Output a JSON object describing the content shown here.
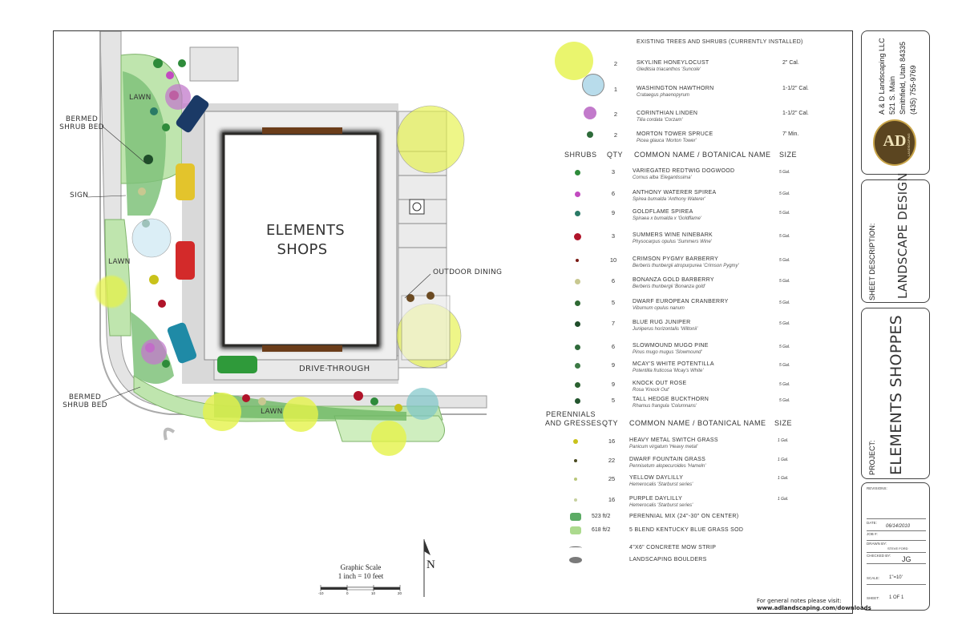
{
  "site_plan": {
    "building_label": [
      "ELEMENTS",
      "SHOPS"
    ],
    "labels": {
      "lawn": "LAWN",
      "bermed_shrub_bed": "BERMED SHRUB BED",
      "sign": "SIGN",
      "outdoor_dining": "OUTDOOR DINING",
      "drive_through": "DRIVE-THROUGH"
    },
    "graphic_scale": {
      "title": "Graphic Scale",
      "ratio": "1 inch = 10 feet",
      "ticks": [
        "-10",
        "0",
        "10",
        "20"
      ]
    },
    "north": "N",
    "colors": {
      "lawn": "#b9e3a9",
      "pavement": "#dcdcdc",
      "building": "#2b2a28",
      "tree_yellow": "#e5f24a",
      "curb": "#bdbdbd"
    }
  },
  "legend": {
    "existing_header": "EXISTING TREES AND SHRUBS (CURRENTLY INSTALLED)",
    "trees": [
      {
        "qty": "2",
        "name": "SKYLINE HONEYLOCUST",
        "botanical": "Gleditsia triacanthos 'Suncole'",
        "size": "2\" Cal."
      },
      {
        "qty": "1",
        "name": "WASHINGTON HAWTHORN",
        "botanical": "Crataegus phaenopyrum",
        "size": "1-1/2\" Cal."
      },
      {
        "qty": "2",
        "name": "CORINTHIAN LINDEN",
        "botanical": "Tilia cordata 'Corzam'",
        "size": "1-1/2\" Cal."
      },
      {
        "qty": "2",
        "name": "MORTON TOWER SPRUCE",
        "botanical": "Picea glauca 'Morton Tower'",
        "size": "7' Min."
      }
    ],
    "shrubs_header": {
      "group": "SHRUBS",
      "qty": "QTY",
      "name": "COMMON NAME / BOTANICAL NAME",
      "size": "SIZE"
    },
    "shrubs": [
      {
        "qty": "3",
        "name": "VARIEGATED REDTWIG DOGWOOD",
        "botanical": "Cornus alba 'Elegantissima'",
        "size": "5 Gal.",
        "color": "#2e8b3a"
      },
      {
        "qty": "6",
        "name": "ANTHONY WATERER SPIREA",
        "botanical": "Spirea bumalda 'Anthony Waterer'",
        "size": "5 Gal.",
        "color": "#c24ac0"
      },
      {
        "qty": "9",
        "name": "GOLDFLAME SPIREA",
        "botanical": "Spiraea x bumalda x 'Goldflame'",
        "size": "5 Gal.",
        "color": "#2a7a66"
      },
      {
        "qty": "3",
        "name": "SUMMERS WINE NINEBARK",
        "botanical": "Physocarpus opulus 'Summers Wine'",
        "size": "5 Gal.",
        "color": "#b0142a"
      },
      {
        "qty": "10",
        "name": "CRIMSON PYGMY BARBERRY",
        "botanical": "Berberis thunbergii atropurpurea 'Crimson Pygmy'",
        "size": "5 Gal.",
        "color": "#7a1a14"
      },
      {
        "qty": "6",
        "name": "BONANZA GOLD BARBERRY",
        "botanical": "Berberis thunbergii 'Bonanza gold'",
        "size": "5 Gal.",
        "color": "#c8c890"
      },
      {
        "qty": "5",
        "name": "DWARF EUROPEAN CRANBERRY",
        "botanical": "Viburnum opulus nanum",
        "size": "5 Gal.",
        "color": "#2f6a34"
      },
      {
        "qty": "7",
        "name": "BLUE RUG JUNIPER",
        "botanical": "Juniperus horizontalis 'Wiltonii'",
        "size": "5 Gal.",
        "color": "#1f4d2a"
      },
      {
        "qty": "6",
        "name": "SLOWMOUND MUGO PINE",
        "botanical": "Pinus mugo mugus 'Slowmound'",
        "size": "5 Gal.",
        "color": "#2f6a3a"
      },
      {
        "qty": "9",
        "name": "MCAY'S WHITE POTENTILLA",
        "botanical": "Potentilla fruticosa 'Mcay's White'",
        "size": "5 Gal.",
        "color": "#3d7a45"
      },
      {
        "qty": "9",
        "name": "KNOCK OUT ROSE",
        "botanical": "Rosa 'Knock Out'",
        "size": "5 Gal.",
        "color": "#2b6130"
      },
      {
        "qty": "5",
        "name": "TALL HEDGE BUCKTHORN",
        "botanical": "Rhamus frangula 'Columnans'",
        "size": "5 Gal.",
        "color": "#24552e"
      }
    ],
    "perennials_header": {
      "group_line1": "PERENNIALS",
      "group_line2": "AND GRESSES",
      "qty": "QTY",
      "name": "COMMON NAME / BOTANICAL NAME",
      "size": "SIZE"
    },
    "perennials": [
      {
        "qty": "16",
        "name": "HEAVY METAL  SWITCH GRASS",
        "botanical": "Panicum virgatum 'Heavy metal'",
        "size": "1 Gal.",
        "color": "#c9c21a"
      },
      {
        "qty": "22",
        "name": "DWARF FOUNTAIN GRASS",
        "botanical": "Pennisetum alopecuroides 'Hameln'",
        "size": "1 Gal.",
        "color": "#4a4a20"
      },
      {
        "qty": "25",
        "name": "YELLOW DAYLILLY",
        "botanical": "Hemerocalis 'Starburst series'",
        "size": "1 Gal.",
        "color": "#b9c77a"
      },
      {
        "qty": "16",
        "name": "PURPLE DAYLILLY",
        "botanical": "Hemerocalis 'Starburst series'",
        "size": "1 Gal.",
        "color": "#c7d1a0"
      }
    ],
    "areas": [
      {
        "qty": "523 ft/2",
        "name": "PERENNIAL MIX (24\"-30\" on center)",
        "color": "#3f9c4a"
      },
      {
        "qty": "618 ft/2",
        "name": "5 BLEND KENTUCKY BLUE GRASS SOD",
        "color": "#9ed47a"
      }
    ],
    "extras": [
      {
        "name": "4\"X6\" CONCRETE MOW STRIP"
      },
      {
        "name": "LANDSCAPING BOULDERS"
      }
    ]
  },
  "title_block": {
    "company": "A & D Landscaping LLC",
    "address1": "521 S. Main",
    "address2": "Smithfield, Utah 84335",
    "phone": "(435) 755-9769",
    "logo_text": "AD",
    "logo_sub": "LANDSCAPING",
    "sheet_description_label": "SHEET DESCRIPTION:",
    "sheet_description": "LANDSCAPE DESIGN",
    "project_label": "PROJECT:",
    "project": "ELEMENTS SHOPPES",
    "revisions_label": "REVISIONS:",
    "date_label": "DATE:",
    "date": "06/14/2010",
    "job_label": "JOB #:",
    "drawn_by_label": "DRAWN BY:",
    "drawn_by": "STEVE FORD",
    "checked_by_label": "CHECKED BY:",
    "checked_by": "JG",
    "scale_label": "SCALE:",
    "scale": "1\"=10'",
    "sheet_label": "SHEET:",
    "sheet": "1 OF 1"
  },
  "general_notes": {
    "line1": "For general notes please visit:",
    "url": "www.adlandscaping.com/downloads"
  }
}
